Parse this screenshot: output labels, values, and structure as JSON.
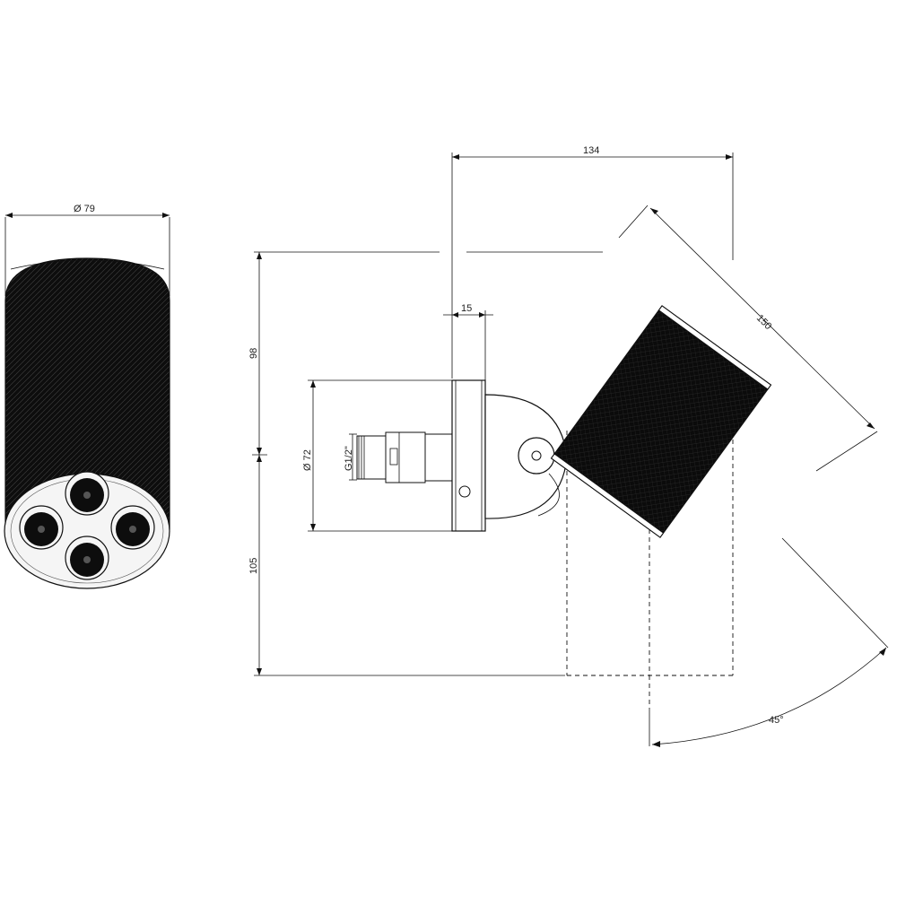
{
  "dimensions": {
    "diameter_body": "Ø 79",
    "width_overall": "134",
    "length_head": "150",
    "flange_thickness": "15",
    "height_upper": "98",
    "height_lower": "105",
    "diameter_flange": "Ø 72",
    "thread": "G1/2\"",
    "tilt_angle": "45°"
  },
  "colors": {
    "line": "#111111",
    "body": "#0d0d0d",
    "paper": "#ffffff"
  }
}
